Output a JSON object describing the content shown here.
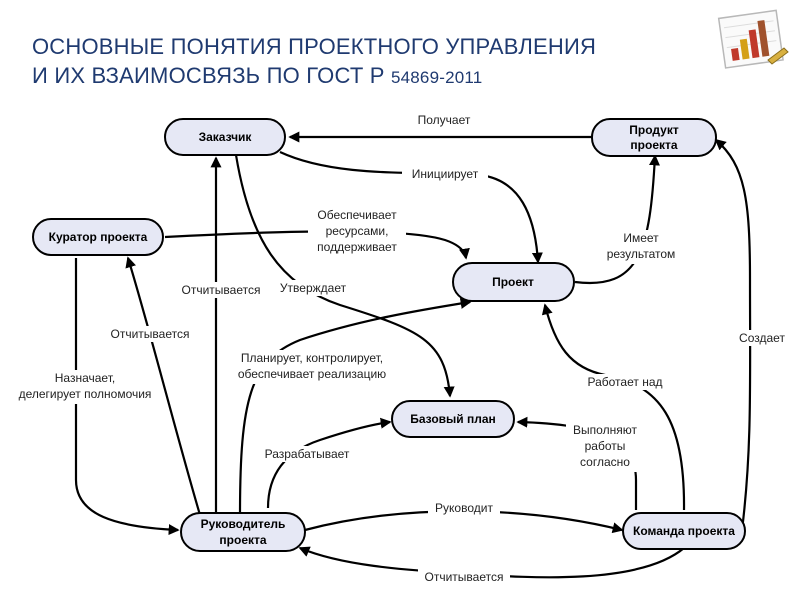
{
  "title": {
    "line1": "ОСНОВНЫЕ ПОНЯТИЯ ПРОЕКТНОГО УПРАВЛЕНИЯ",
    "line2": "И ИХ ВЗАИМОСВЯЗЬ ПО ГОСТ Р",
    "line2_number": "54869-2011"
  },
  "logo_icon": "bar-chart-document-icon",
  "nodes": {
    "customer": "Заказчик",
    "product": [
      "Продукт",
      "проекта"
    ],
    "curator": "Куратор проекта",
    "project": "Проект",
    "baseline": "Базовый план",
    "manager": [
      "Руководитель",
      "проекта"
    ],
    "team": "Команда проекта"
  },
  "edges": {
    "receives": "Получает",
    "initiates": "Инициирует",
    "provides": [
      "Обеспечивает",
      "ресурсами,",
      "поддерживает"
    ],
    "has_result": [
      "Имеет",
      "результатом"
    ],
    "reports_customer": "Отчитывается",
    "approves": "Утверждает",
    "reports_curator": "Отчитывается",
    "plans": [
      "Планирует, контролирует,",
      "обеспечивает реализацию"
    ],
    "creates": "Создает",
    "works_on": "Работает над",
    "appoints": [
      "Назначает,",
      "делегирует полномочия"
    ],
    "develops": "Разрабатывает",
    "perform_work": [
      "Выполняют",
      "работы",
      "согласно"
    ],
    "leads": "Руководит",
    "reports_team": "Отчитывается"
  },
  "colors": {
    "title": "#1f3a70",
    "node_fill": "#e6e8f5",
    "line": "#000000"
  }
}
